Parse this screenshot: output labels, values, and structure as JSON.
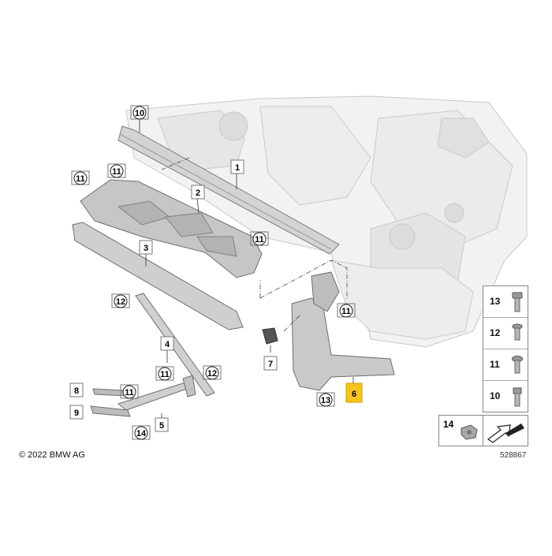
{
  "callouts": {
    "c1": "1",
    "c2": "2",
    "c3": "3",
    "c4": "4",
    "c5": "5",
    "c6": "6",
    "c7": "7",
    "c8": "8",
    "c9": "9",
    "c10": "10",
    "c11": "11",
    "c12": "12",
    "c13": "13",
    "c14": "14"
  },
  "legend": {
    "items": [
      "13",
      "12",
      "11",
      "10"
    ]
  },
  "nut_label": "14",
  "copyright": "© 2022 BMW AG",
  "reference_number": "528867",
  "highlight_color": "#f5c518"
}
